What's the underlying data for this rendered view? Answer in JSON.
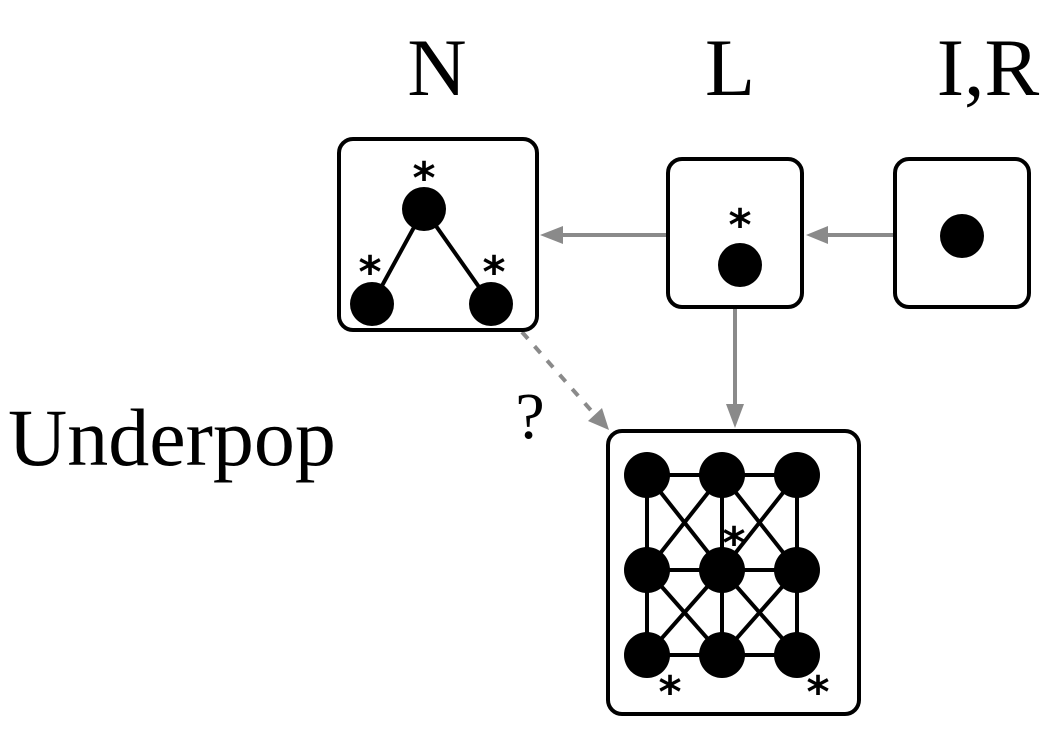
{
  "labels": {
    "n": "N",
    "l": "L",
    "ir": "I,R",
    "underpop": "Underpop",
    "question": "?"
  },
  "markers": {
    "star": "*"
  },
  "colors": {
    "arrow": "#8a8a8a",
    "node": "#000000",
    "box_stroke": "#000000"
  },
  "diagram": {
    "stages": [
      {
        "id": "ir",
        "label": "I,R",
        "nodes": 1,
        "starred_nodes": 0
      },
      {
        "id": "l",
        "label": "L",
        "nodes": 1,
        "starred_nodes": 1
      },
      {
        "id": "n",
        "label": "N",
        "nodes": 3,
        "starred_nodes": 3,
        "edges": 2
      },
      {
        "id": "underpop",
        "label": "Underpop",
        "nodes": 9,
        "starred_nodes": 3,
        "grid": "3x3 with diagonals"
      }
    ],
    "transitions": [
      {
        "from": "ir",
        "to": "l",
        "style": "solid"
      },
      {
        "from": "l",
        "to": "n",
        "style": "solid"
      },
      {
        "from": "l",
        "to": "underpop",
        "style": "solid"
      },
      {
        "from": "n",
        "to": "underpop",
        "style": "dashed",
        "annotation": "?"
      }
    ]
  }
}
